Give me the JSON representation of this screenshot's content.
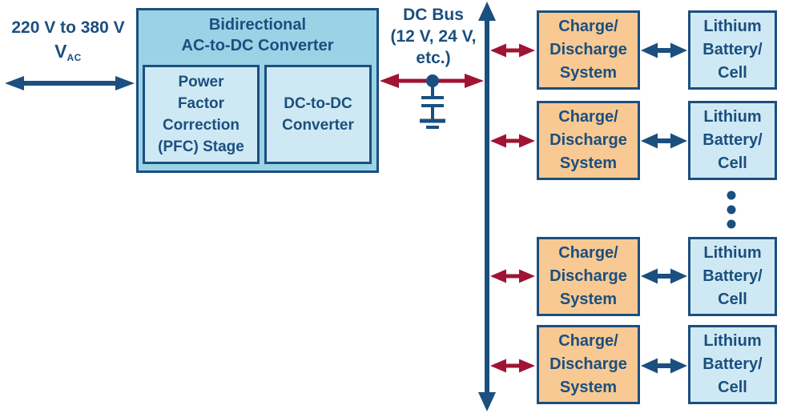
{
  "colors": {
    "navy": "#1B4F7F",
    "red": "#A01334",
    "converter_fill": "#9AD3E6",
    "light_fill": "#CFE9F4",
    "orange_fill": "#F8C992",
    "background": "#FFFFFF"
  },
  "ac_input": {
    "range": "220 V to 380 V",
    "symbol": "V",
    "symbol_sub": "AC"
  },
  "converter": {
    "title_line1": "Bidirectional",
    "title_line2": "AC-to-DC Converter",
    "pfc_stage": {
      "line1": "Power",
      "line2": "Factor",
      "line3": "Correction",
      "line4": "(PFC) Stage"
    },
    "dc_dc": {
      "line1": "DC-to-DC",
      "line2": "Converter"
    }
  },
  "dc_bus": {
    "line1": "DC Bus",
    "line2": "(12 V, 24 V,",
    "line3": "etc.)"
  },
  "rows": [
    {
      "charge": {
        "line1": "Charge/",
        "line2": "Discharge",
        "line3": "System"
      },
      "battery": {
        "line1": "Lithium",
        "line2": "Battery/",
        "line3": "Cell"
      }
    },
    {
      "charge": {
        "line1": "Charge/",
        "line2": "Discharge",
        "line3": "System"
      },
      "battery": {
        "line1": "Lithium",
        "line2": "Battery/",
        "line3": "Cell"
      }
    },
    {
      "charge": {
        "line1": "Charge/",
        "line2": "Discharge",
        "line3": "System"
      },
      "battery": {
        "line1": "Lithium",
        "line2": "Battery/",
        "line3": "Cell"
      }
    },
    {
      "charge": {
        "line1": "Charge/",
        "line2": "Discharge",
        "line3": "System"
      },
      "battery": {
        "line1": "Lithium",
        "line2": "Battery/",
        "line3": "Cell"
      }
    }
  ]
}
